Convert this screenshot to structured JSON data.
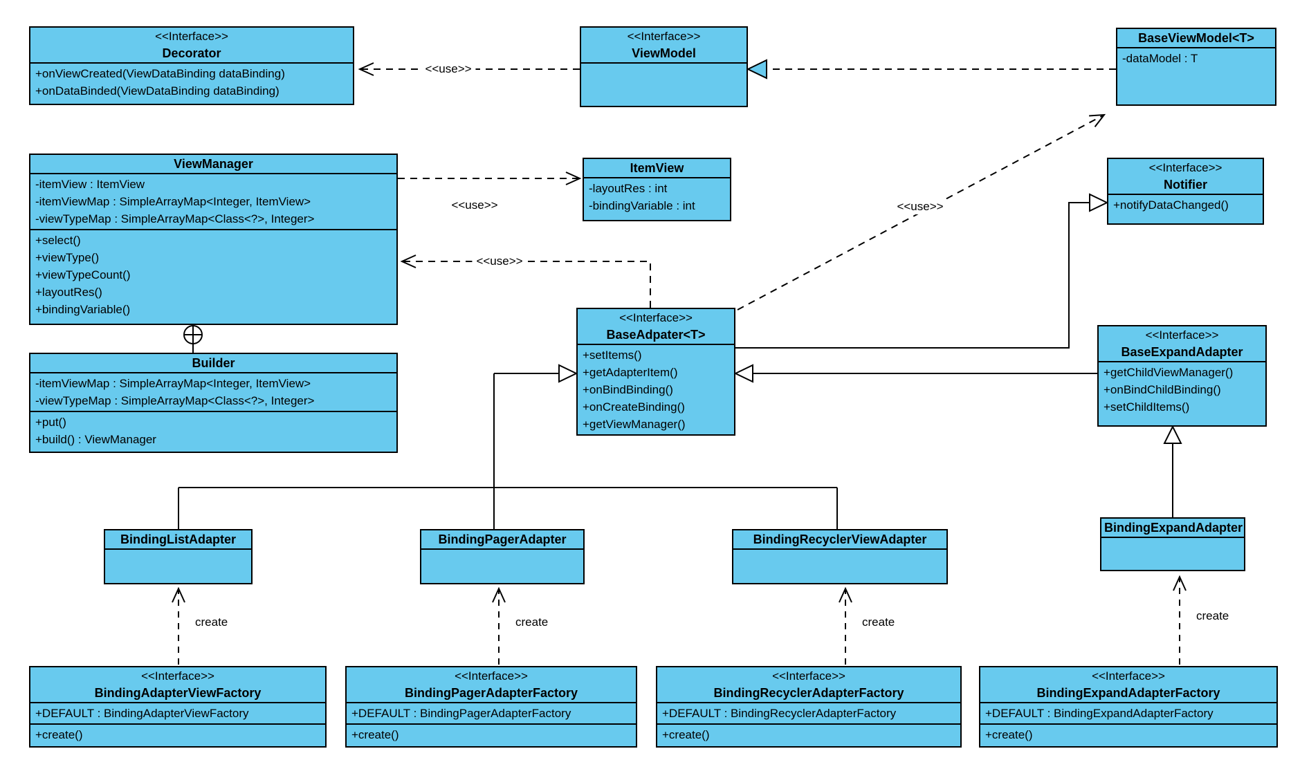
{
  "diagram": {
    "background": "#ffffff",
    "box_fill": "#68caee",
    "line_color": "#000000"
  },
  "labels": {
    "use": "<<use>>",
    "create": "create",
    "interface_stereotype": "<<Interface>>"
  },
  "classes": {
    "decorator": {
      "name": "Decorator",
      "methods": [
        "+onViewCreated(ViewDataBinding dataBinding)",
        "+onDataBinded(ViewDataBinding dataBinding)"
      ]
    },
    "viewmodel": {
      "name": "ViewModel"
    },
    "baseviewmodel": {
      "name": "BaseViewModel<T>",
      "attrs": [
        "-dataModel : T"
      ]
    },
    "viewmanager": {
      "name": "ViewManager",
      "attrs": [
        "-itemView : ItemView",
        "-itemViewMap : SimpleArrayMap<Integer, ItemView>",
        "-viewTypeMap : SimpleArrayMap<Class<?>, Integer>"
      ],
      "methods": [
        "+select()",
        "+viewType()",
        "+viewTypeCount()",
        "+layoutRes()",
        "+bindingVariable()"
      ]
    },
    "itemview": {
      "name": "ItemView",
      "attrs": [
        "-layoutRes : int",
        "-bindingVariable : int"
      ]
    },
    "notifier": {
      "name": "Notifier",
      "methods": [
        "+notifyDataChanged()"
      ]
    },
    "baseadapter": {
      "name": "BaseAdpater<T>",
      "methods": [
        "+setItems()",
        "+getAdapterItem()",
        "+onBindBinding()",
        "+onCreateBinding()",
        "+getViewManager()"
      ]
    },
    "baseexpandadapter": {
      "name": "BaseExpandAdapter",
      "methods": [
        "+getChildViewManager()",
        "+onBindChildBinding()",
        "+setChildItems()"
      ]
    },
    "builder": {
      "name": "Builder",
      "attrs": [
        "-itemViewMap : SimpleArrayMap<Integer, ItemView>",
        "-viewTypeMap : SimpleArrayMap<Class<?>, Integer>"
      ],
      "methods": [
        "+put()",
        "+build() : ViewManager"
      ]
    },
    "bindinglistadapter": {
      "name": "BindingListAdapter"
    },
    "bindingpageradapter": {
      "name": "BindingPagerAdapter"
    },
    "bindingrecyclerviewadapter": {
      "name": "BindingRecyclerViewAdapter"
    },
    "bindingexpandadapter": {
      "name": "BindingExpandAdapter"
    },
    "bindingadapterviewfactory": {
      "name": "BindingAdapterViewFactory",
      "attrs": [
        "+DEFAULT : BindingAdapterViewFactory"
      ],
      "methods": [
        "+create()"
      ]
    },
    "bindingpageradapterfactory": {
      "name": "BindingPagerAdapterFactory",
      "attrs": [
        "+DEFAULT : BindingPagerAdapterFactory"
      ],
      "methods": [
        "+create()"
      ]
    },
    "bindingrecycleradapterfactory": {
      "name": "BindingRecyclerAdapterFactory",
      "attrs": [
        "+DEFAULT : BindingRecyclerAdapterFactory"
      ],
      "methods": [
        "+create()"
      ]
    },
    "bindingexpandadapterfactory": {
      "name": "BindingExpandAdapterFactory",
      "attrs": [
        "+DEFAULT : BindingExpandAdapterFactory"
      ],
      "methods": [
        "+create()"
      ]
    }
  }
}
